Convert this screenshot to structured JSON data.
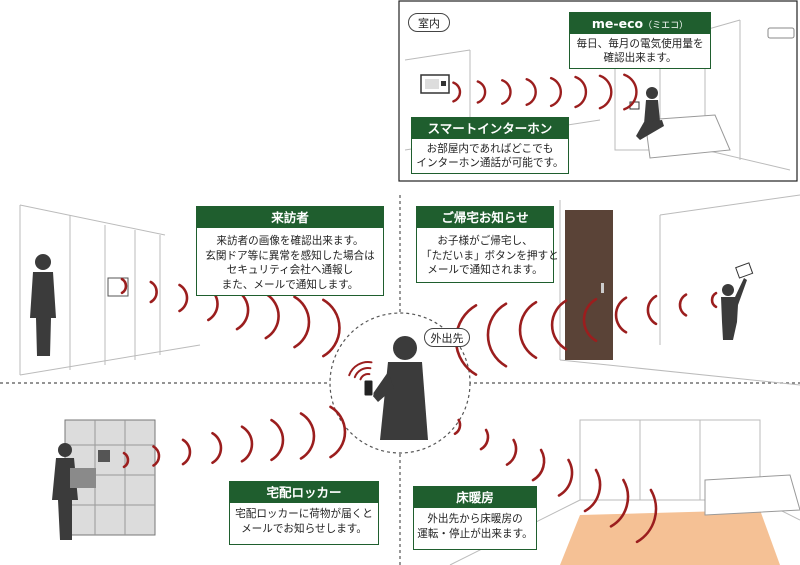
{
  "colors": {
    "header_green": "#1f5e2e",
    "wave_red": "#9b1e1e",
    "figure_gray": "#3b3b3b",
    "floor_heat": "#e89a55"
  },
  "icons": [
    "smartphone-person-icon",
    "signal-wave-icon",
    "intercom-panel-icon",
    "tablet-icon"
  ],
  "indoor_panel": {
    "tag": "室内",
    "meeco": {
      "title": "me-eco",
      "title_sub": "（ミエコ）",
      "lines": [
        "毎日、毎月の電気使用量を",
        "確認出来ます。"
      ]
    },
    "intercom": {
      "title": "スマートインターホン",
      "lines": [
        "お部屋内であればどこでも",
        "インターホン通話が可能です。"
      ]
    }
  },
  "visitor": {
    "title": "来訪者",
    "lines": [
      "来訪者の画像を確認出来ます。",
      "玄関ドア等に異常を感知した場合は",
      "セキュリティ会社へ通報し",
      "また、メールで通知します。"
    ]
  },
  "homecoming": {
    "title": "ご帰宅お知らせ",
    "lines": [
      "お子様がご帰宅し、",
      "「ただいま」ボタンを押すと",
      "メールで通知されます。"
    ]
  },
  "outside_tag": "外出先",
  "locker": {
    "title": "宅配ロッカー",
    "lines": [
      "宅配ロッカーに荷物が届くと",
      "メールでお知らせします。"
    ]
  },
  "heating": {
    "title": "床暖房",
    "lines": [
      "外出先から床暖房の",
      "運転・停止が出来ます。"
    ]
  }
}
